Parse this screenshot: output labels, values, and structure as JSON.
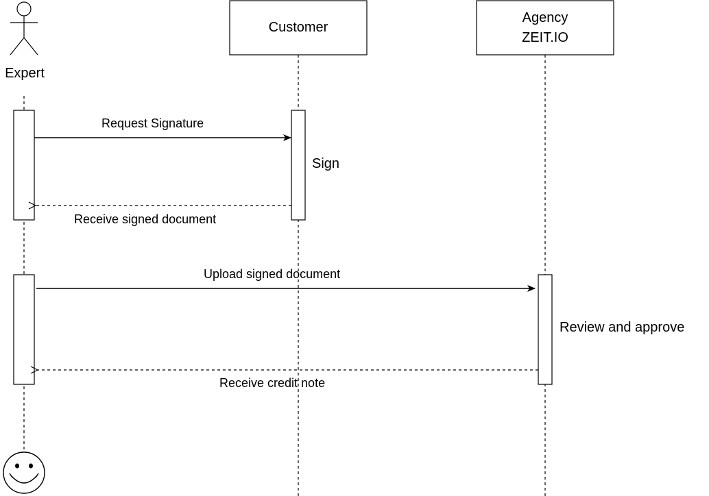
{
  "participants": {
    "expert": {
      "label": "Expert"
    },
    "customer": {
      "label": "Customer"
    },
    "agency": {
      "line1": "Agency",
      "line2": "ZEIT.IO"
    }
  },
  "messages": {
    "request_signature": "Request Signature",
    "receive_signed_document": "Receive signed document",
    "upload_signed_document": "Upload signed document",
    "receive_credit_note": "Receive credit note"
  },
  "activities": {
    "sign": "Sign",
    "review_and_approve": "Review and approve"
  },
  "end_symbol": {
    "icon": "smiley-icon"
  }
}
